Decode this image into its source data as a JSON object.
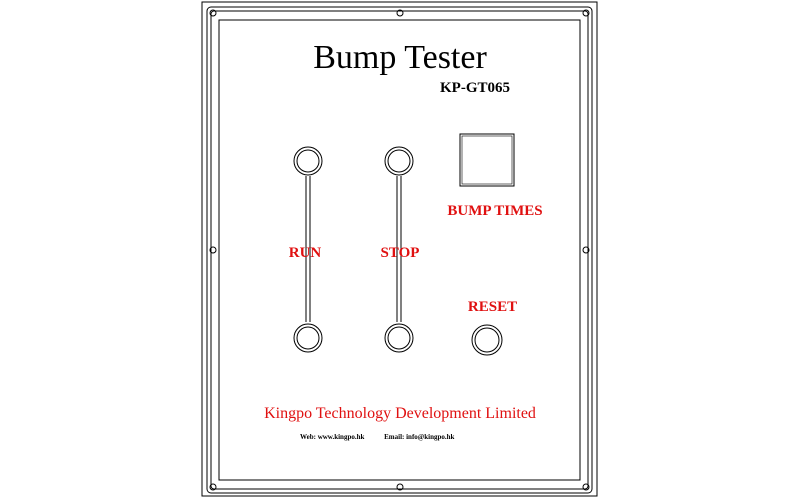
{
  "panel": {
    "title": "Bump Tester",
    "model": "KP-GT065"
  },
  "controls": {
    "run_label": "RUN",
    "stop_label": "STOP",
    "bump_times_label": "BUMP TIMES",
    "reset_label": "RESET"
  },
  "footer": {
    "company": "Kingpo Technology Development Limited",
    "web": "Web: www.kingpo.hk",
    "email": "Email: info@kingpo.hk"
  },
  "colors": {
    "label_red": "#e01010",
    "line": "#000000"
  }
}
